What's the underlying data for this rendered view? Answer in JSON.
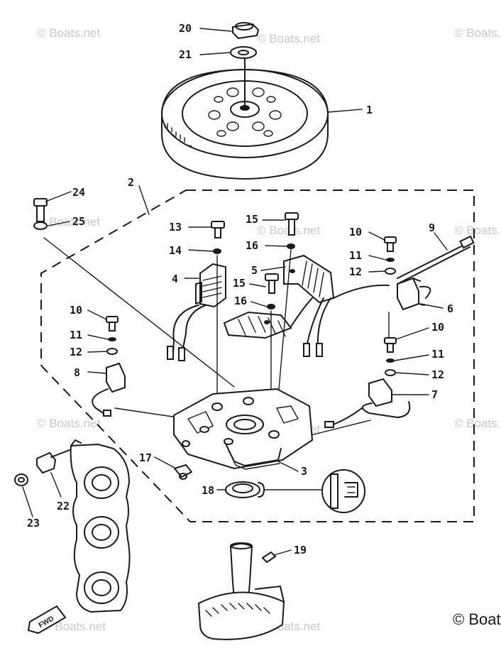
{
  "watermark": {
    "text": "© Boats.net",
    "corner_text": "© Boats"
  },
  "direction_tag": "FWD",
  "callouts": [
    {
      "id": "20",
      "label": "20"
    },
    {
      "id": "21",
      "label": "21"
    },
    {
      "id": "1",
      "label": "1"
    },
    {
      "id": "2",
      "label": "2"
    },
    {
      "id": "24",
      "label": "24"
    },
    {
      "id": "25",
      "label": "25"
    },
    {
      "id": "13",
      "label": "13"
    },
    {
      "id": "14",
      "label": "14"
    },
    {
      "id": "4",
      "label": "4"
    },
    {
      "id": "15a",
      "label": "15"
    },
    {
      "id": "16a",
      "label": "16"
    },
    {
      "id": "5",
      "label": "5"
    },
    {
      "id": "15b",
      "label": "15"
    },
    {
      "id": "16b",
      "label": "16"
    },
    {
      "id": "9",
      "label": "9"
    },
    {
      "id": "10a",
      "label": "10"
    },
    {
      "id": "11a",
      "label": "11"
    },
    {
      "id": "12a",
      "label": "12"
    },
    {
      "id": "6",
      "label": "6"
    },
    {
      "id": "10b",
      "label": "10"
    },
    {
      "id": "11b",
      "label": "11"
    },
    {
      "id": "12b",
      "label": "12"
    },
    {
      "id": "8",
      "label": "8"
    },
    {
      "id": "10c",
      "label": "10"
    },
    {
      "id": "11c",
      "label": "11"
    },
    {
      "id": "12c",
      "label": "12"
    },
    {
      "id": "7",
      "label": "7"
    },
    {
      "id": "17",
      "label": "17"
    },
    {
      "id": "3",
      "label": "3"
    },
    {
      "id": "18",
      "label": "18"
    },
    {
      "id": "22",
      "label": "22"
    },
    {
      "id": "23",
      "label": "23"
    },
    {
      "id": "19",
      "label": "19"
    }
  ]
}
